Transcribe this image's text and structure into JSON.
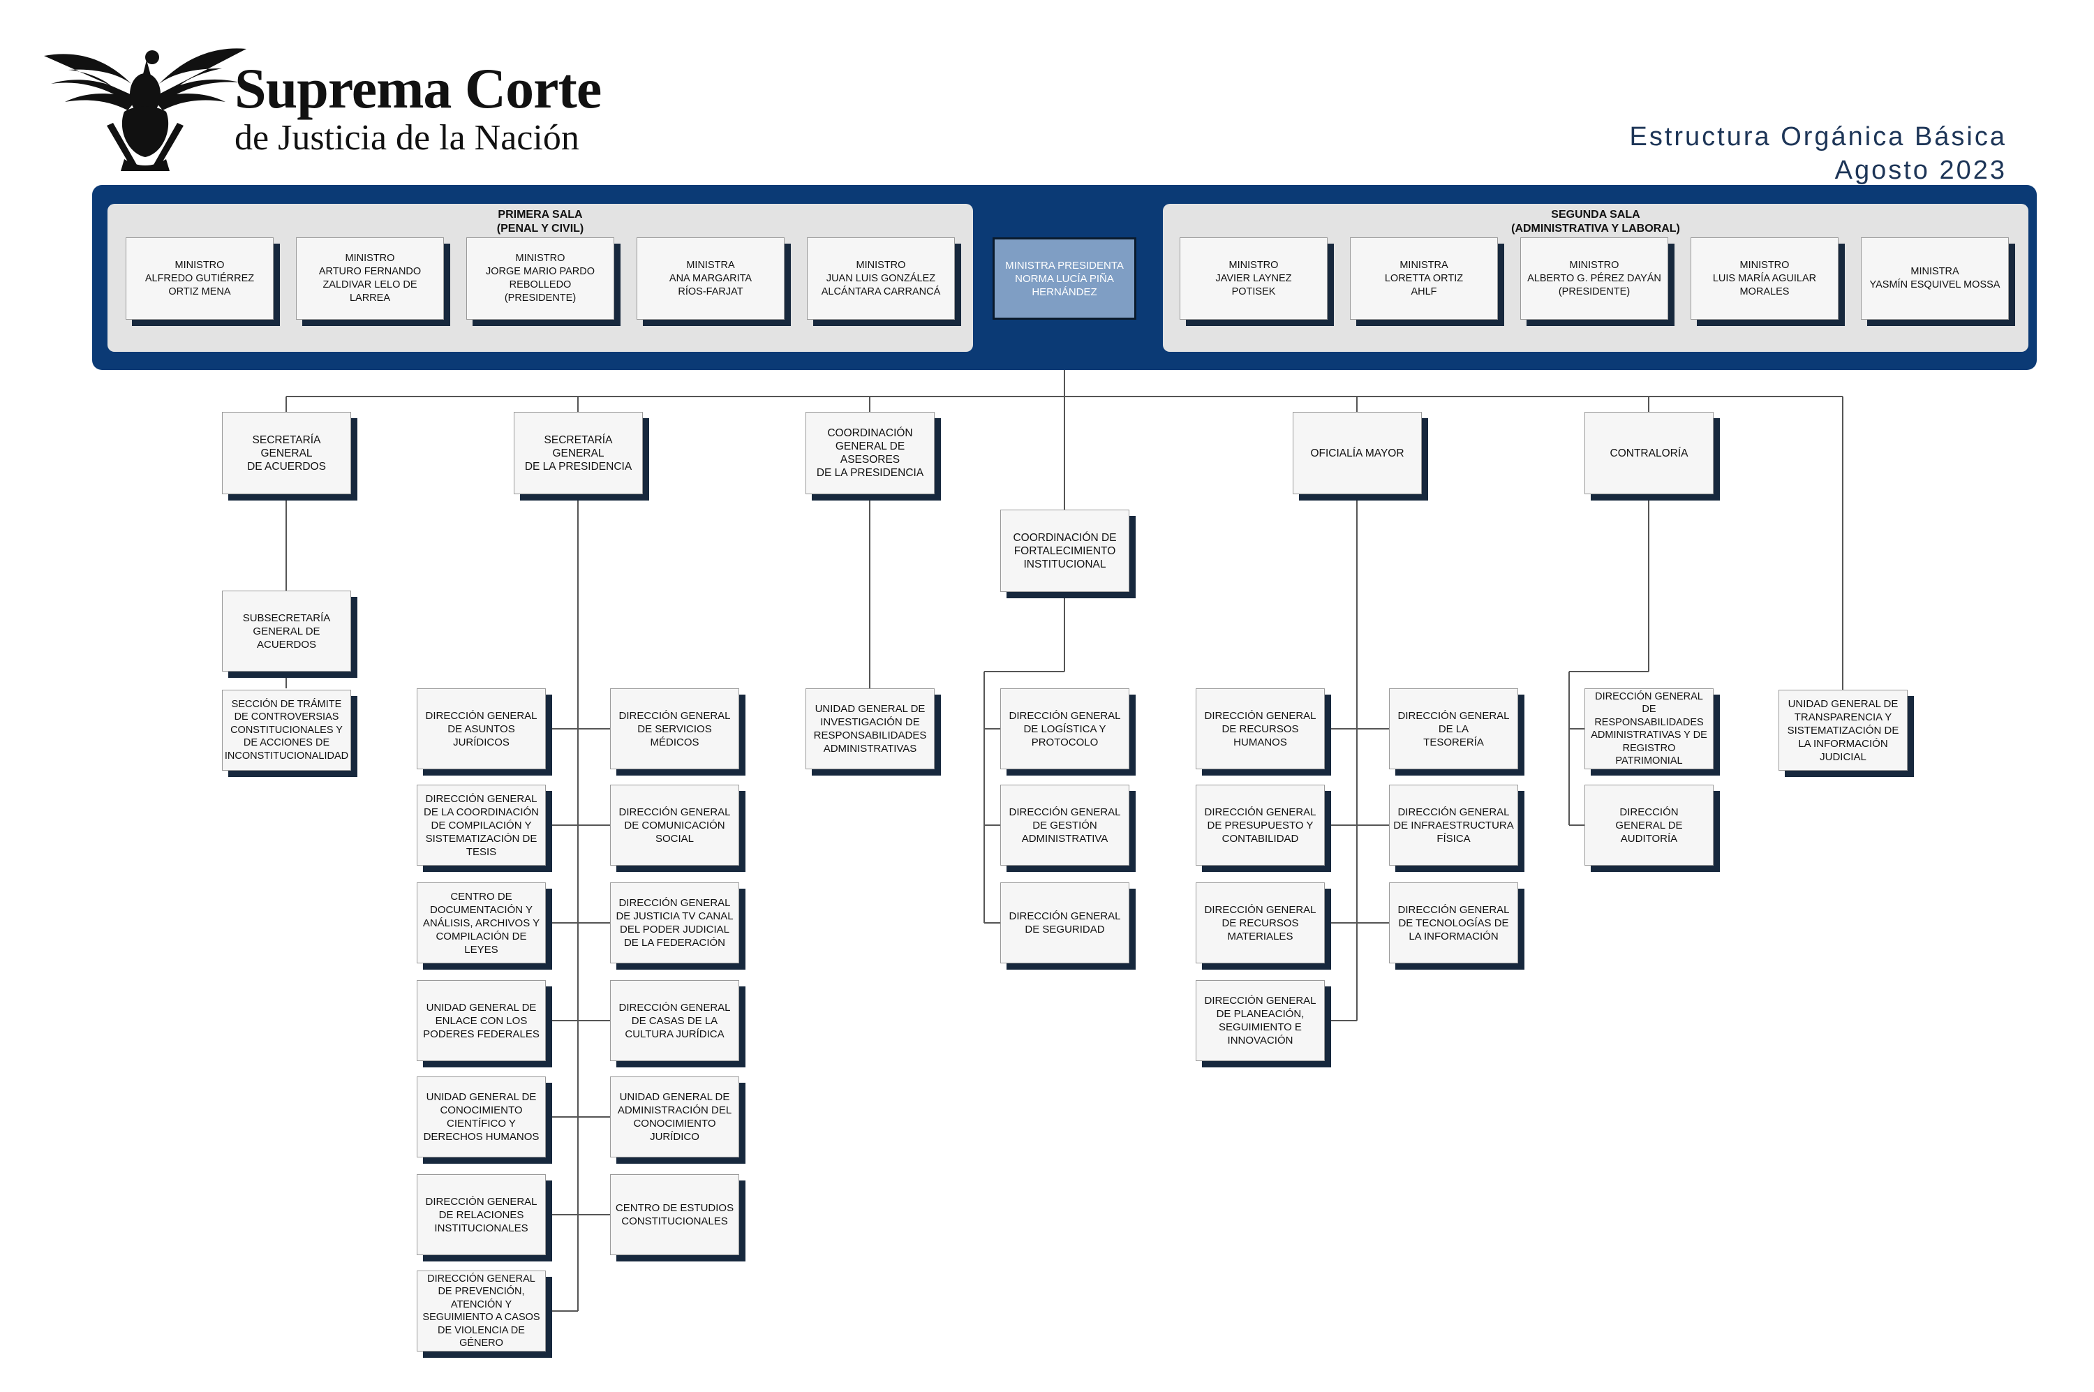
{
  "header": {
    "logo_line1": "Suprema Corte",
    "logo_line2": "de Justicia de la Nación",
    "title": "Estructura Orgánica Básica",
    "date": "Agosto 2023"
  },
  "primera_sala": {
    "title": "PRIMERA SALA\n(PENAL Y CIVIL)",
    "ministros": [
      "MINISTRO\nALFREDO GUTIÉRREZ\nORTIZ MENA",
      "MINISTRO\nARTURO FERNANDO\nZALDIVAR LELO DE\nLARREA",
      "MINISTRO\nJORGE MARIO PARDO\nREBOLLEDO\n(PRESIDENTE)",
      "MINISTRA\nANA MARGARITA\nRÍOS-FARJAT",
      "MINISTRO\nJUAN LUIS GONZÁLEZ\nALCÁNTARA CARRANCÁ"
    ]
  },
  "presidenta": "MINISTRA PRESIDENTA\nNORMA LUCÍA PIÑA\nHERNÁNDEZ",
  "segunda_sala": {
    "title": "SEGUNDA SALA\n(ADMINISTRATIVA Y LABORAL)",
    "ministros": [
      "MINISTRO\nJAVIER LAYNEZ\nPOTISEK",
      "MINISTRA\nLORETTA ORTIZ\nAHLF",
      "MINISTRO\nALBERTO G. PÉREZ DAYÁN\n(PRESIDENTE)",
      "MINISTRO\nLUIS MARÍA AGUILAR\nMORALES",
      "MINISTRA\nYASMÍN ESQUIVEL MOSSA"
    ]
  },
  "level1": {
    "secretaria_acuerdos": "SECRETARÍA GENERAL\nDE ACUERDOS",
    "secretaria_presidencia": "SECRETARÍA GENERAL\nDE LA PRESIDENCIA",
    "coordinacion_asesores": "COORDINACIÓN\nGENERAL DE ASESORES\nDE LA PRESIDENCIA",
    "coordinacion_fortalecimiento": "COORDINACIÓN DE\nFORTALECIMIENTO\nINSTITUCIONAL",
    "oficialia_mayor": "OFICIALÍA MAYOR",
    "contraloria": "CONTRALORÍA",
    "unidad_transparencia": "UNIDAD GENERAL DE\nTRANSPARENCIA Y\nSISTEMATIZACIÓN DE\nLA INFORMACIÓN\nJUDICIAL"
  },
  "acuerdos": {
    "subsecretaria": "SUBSECRETARÍA\nGENERAL DE\nACUERDOS",
    "seccion": "SECCIÓN DE TRÁMITE\nDE CONTROVERSIAS\nCONSTITUCIONALES Y\nDE ACCIONES DE\nINCONSTITUCIONALIDAD"
  },
  "presidencia_left": [
    "DIRECCIÓN GENERAL\nDE ASUNTOS\nJURÍDICOS",
    "DIRECCIÓN GENERAL\nDE LA COORDINACIÓN\nDE COMPILACIÓN Y\nSISTEMATIZACIÓN DE\nTESIS",
    "CENTRO DE\nDOCUMENTACIÓN Y\nANÁLISIS, ARCHIVOS Y\nCOMPILACIÓN DE\nLEYES",
    "UNIDAD GENERAL DE\nENLACE CON LOS\nPODERES FEDERALES",
    "UNIDAD GENERAL DE\nCONOCIMIENTO\nCIENTÍFICO Y\nDERECHOS HUMANOS",
    "DIRECCIÓN GENERAL\nDE RELACIONES\nINSTITUCIONALES",
    "DIRECCIÓN GENERAL\nDE PREVENCIÓN,\nATENCIÓN Y\nSEGUIMIENTO A CASOS\nDE VIOLENCIA DE\nGÉNERO"
  ],
  "presidencia_right": [
    "DIRECCIÓN GENERAL\nDE SERVICIOS MÉDICOS",
    "DIRECCIÓN GENERAL\nDE COMUNICACIÓN\nSOCIAL",
    "DIRECCIÓN GENERAL\nDE JUSTICIA TV CANAL\nDEL PODER JUDICIAL\nDE LA FEDERACIÓN",
    "DIRECCIÓN GENERAL\nDE CASAS DE LA\nCULTURA JURÍDICA",
    "UNIDAD GENERAL DE\nADMINISTRACIÓN DEL\nCONOCIMIENTO\nJURÍDICO",
    "CENTRO DE ESTUDIOS\nCONSTITUCIONALES"
  ],
  "asesores": {
    "unidad_investigacion": "UNIDAD GENERAL DE\nINVESTIGACIÓN DE\nRESPONSABILIDADES\nADMINISTRATIVAS"
  },
  "fortalecimiento": [
    "DIRECCIÓN GENERAL\nDE LOGÍSTICA Y\nPROTOCOLO",
    "DIRECCIÓN GENERAL\nDE GESTIÓN\nADMINISTRATIVA",
    "DIRECCIÓN GENERAL\nDE SEGURIDAD"
  ],
  "oficialia_left": [
    "DIRECCIÓN GENERAL\nDE RECURSOS\nHUMANOS",
    "DIRECCIÓN GENERAL\nDE PRESUPUESTO Y\nCONTABILIDAD",
    "DIRECCIÓN GENERAL\nDE RECURSOS\nMATERIALES",
    "DIRECCIÓN GENERAL\nDE PLANEACIÓN,\nSEGUIMIENTO E\nINNOVACIÓN"
  ],
  "oficialia_right": [
    "DIRECCIÓN GENERAL\nDE LA\nTESORERÍA",
    "DIRECCIÓN GENERAL\nDE INFRAESTRUCTURA\nFÍSICA",
    "DIRECCIÓN GENERAL\nDE TECNOLOGÍAS DE\nLA INFORMACIÓN"
  ],
  "contraloria_children": [
    "DIRECCIÓN GENERAL\nDE\nRESPONSABILIDADES\nADMINISTRATIVAS Y DE\nREGISTRO\nPATRIMONIAL",
    "DIRECCIÓN\nGENERAL DE\nAUDITORÍA"
  ]
}
